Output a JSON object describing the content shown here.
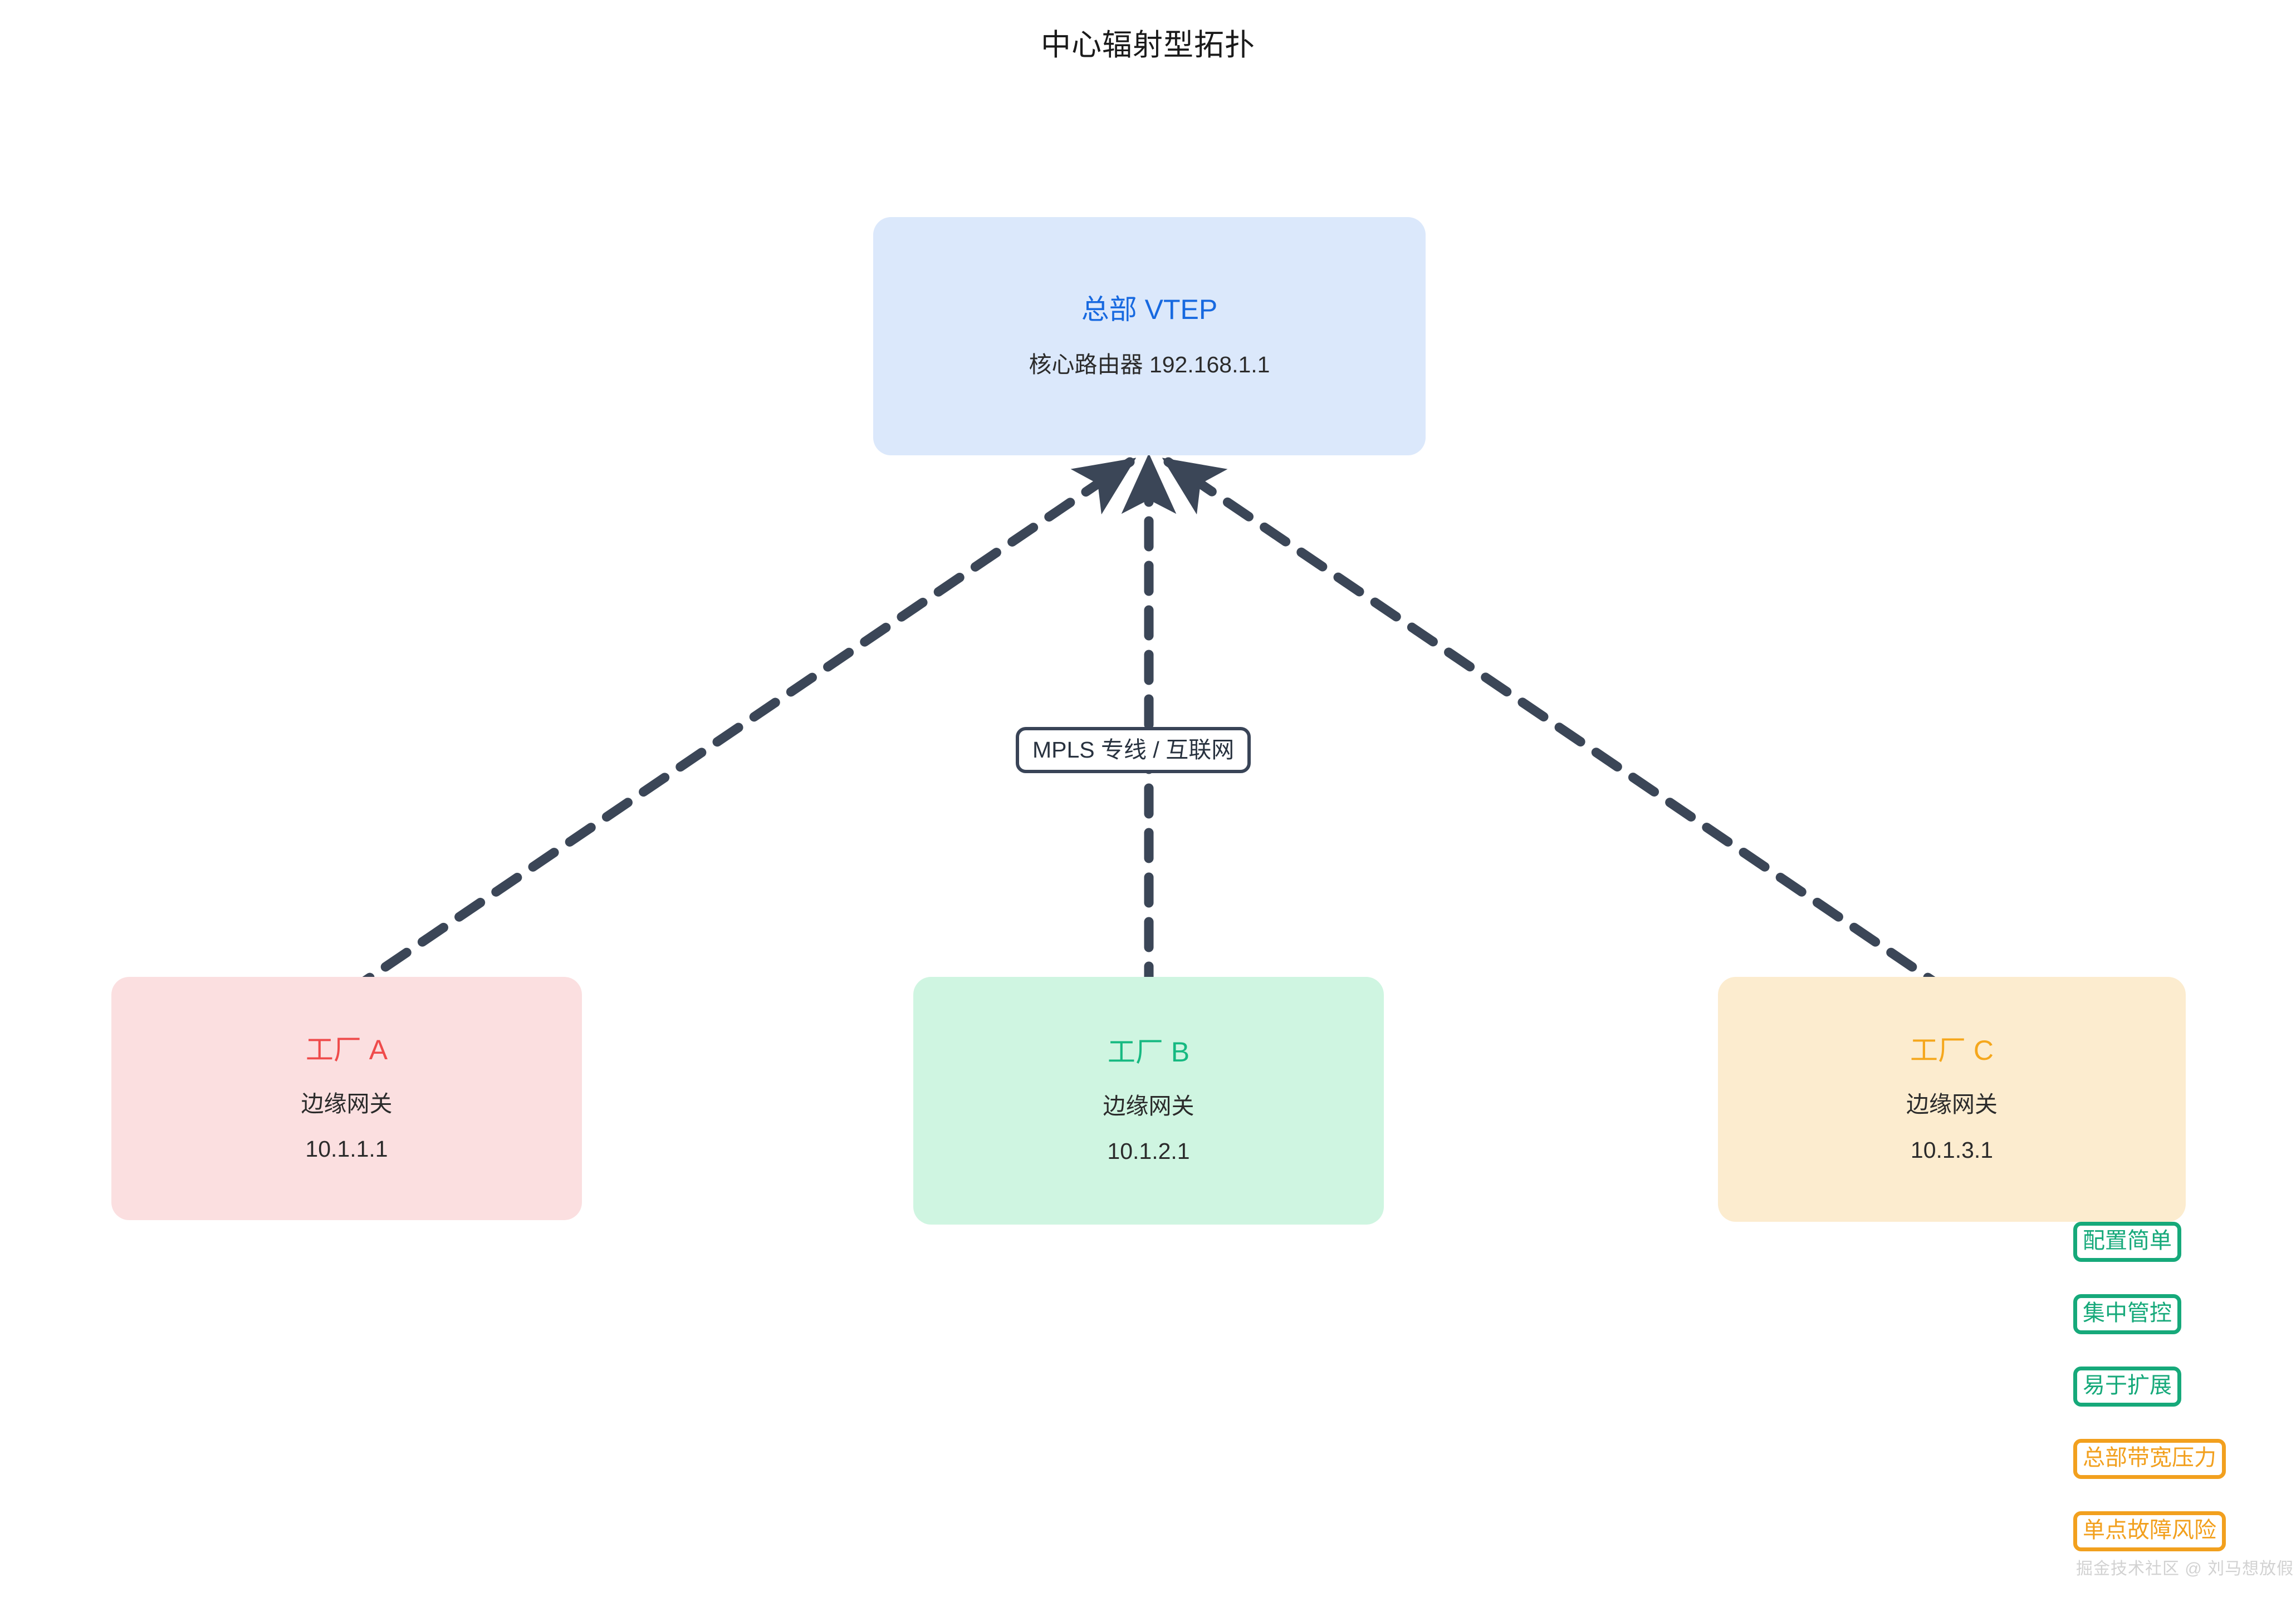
{
  "diagram": {
    "title": "中心辐射型拓扑",
    "type": "hub-and-spoke network topology"
  },
  "hub": {
    "name": "总部 VTEP",
    "role": "核心路由器",
    "ip": "192.168.1.1",
    "detail": "核心路由器  192.168.1.1",
    "fill": "#dbe8fb",
    "title_color": "#1769e0"
  },
  "spokes": [
    {
      "name": "工厂 A",
      "role": "边缘网关",
      "ip": "10.1.1.1",
      "fill": "#fbdfe0",
      "title_color": "#ef4b4b"
    },
    {
      "name": "工厂 B",
      "role": "边缘网关",
      "ip": "10.1.2.1",
      "fill": "#cff5e1",
      "title_color": "#16b981"
    },
    {
      "name": "工厂 C",
      "role": "边缘网关",
      "ip": "10.1.3.1",
      "fill": "#fceccf",
      "title_color": "#f5a71c"
    }
  ],
  "edges": {
    "label": "MPLS 专线 / 互联网",
    "style": "dashed",
    "color": "#3b4657",
    "arrow_direction": "spoke-to-hub"
  },
  "badges": [
    {
      "label": "配置简单",
      "kind": "pro",
      "color": "#16a97a"
    },
    {
      "label": "集中管控",
      "kind": "pro",
      "color": "#16a97a"
    },
    {
      "label": "易于扩展",
      "kind": "pro",
      "color": "#16a97a"
    },
    {
      "label": "总部带宽压力",
      "kind": "con",
      "color": "#f2a01e"
    },
    {
      "label": "单点故障风险",
      "kind": "con",
      "color": "#f2a01e"
    }
  ],
  "watermark": "掘金技术社区 @ 刘马想放假"
}
